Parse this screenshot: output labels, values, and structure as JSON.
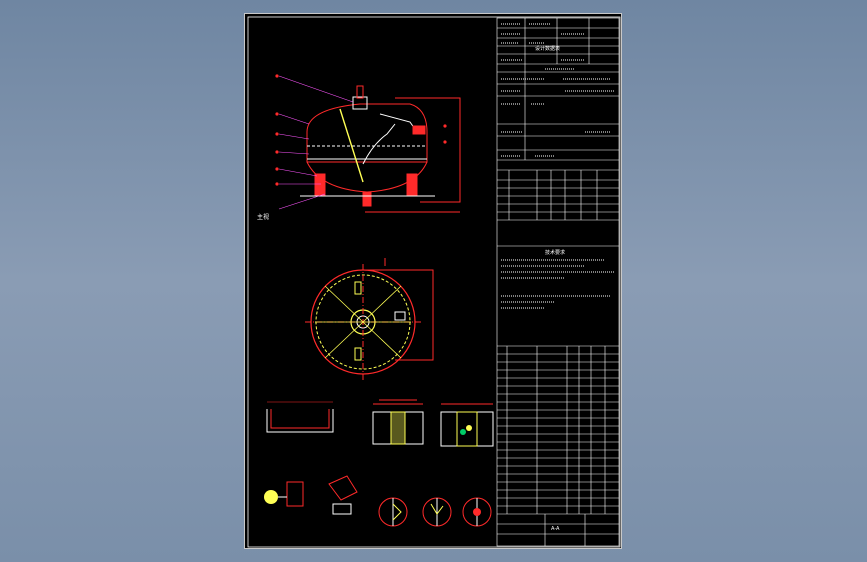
{
  "drawing": {
    "label_main_view": "主视",
    "label_top_view": "A-A",
    "tech_req_title": "技术要求",
    "block_title": "设计数据表"
  },
  "colors": {
    "background": "#000000",
    "page": "#7f93ad",
    "outline_red": "#ff2a2a",
    "part_yellow": "#ffff55",
    "text_white": "#ffffff",
    "leader_magenta": "#ff55ff"
  }
}
